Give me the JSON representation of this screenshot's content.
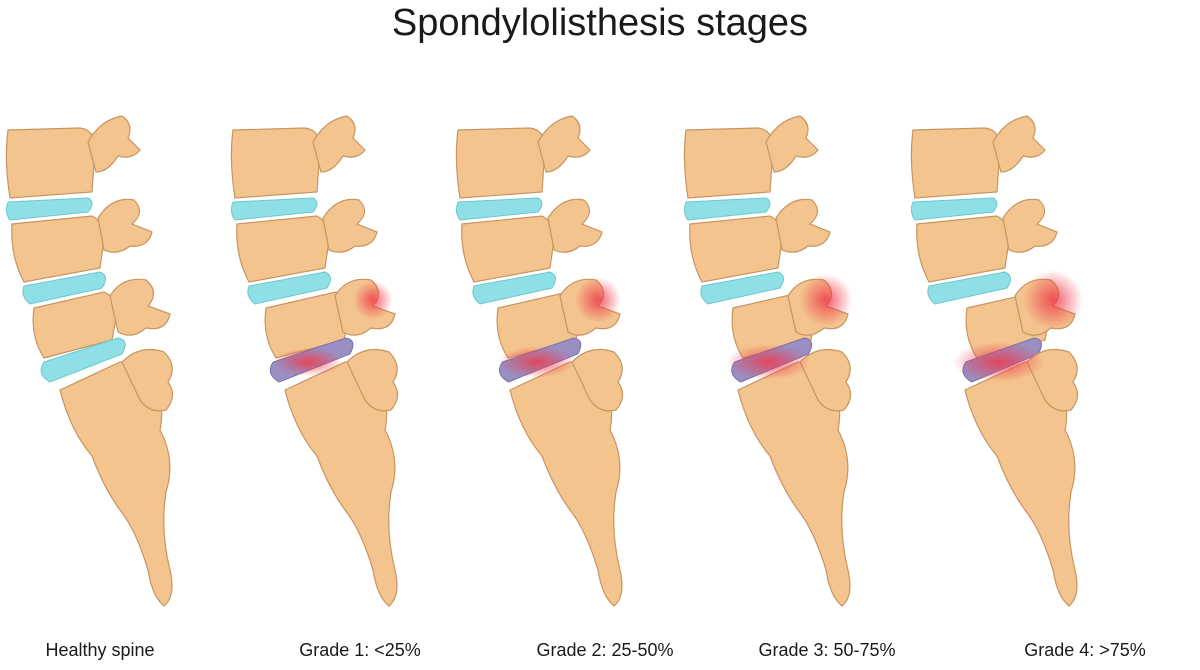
{
  "title": "Spondylolisthesis stages",
  "colors": {
    "bone": "#f3c48e",
    "bone_outline": "#c8955f",
    "disc": "#8fe0e6",
    "slipped_disc": "#9a8ec2",
    "inflammation": "#ee3b4a"
  },
  "stages": [
    {
      "label": "Healthy spine",
      "slip_fraction": 0
    },
    {
      "label": "Grade 1: <25%",
      "slip_fraction": 0.25
    },
    {
      "label": "Grade 2: 25-50%",
      "slip_fraction": 0.5
    },
    {
      "label": "Grade 3: 50-75%",
      "slip_fraction": 0.75
    },
    {
      "label": "Grade 4: >75%",
      "slip_fraction": 1.0
    }
  ]
}
